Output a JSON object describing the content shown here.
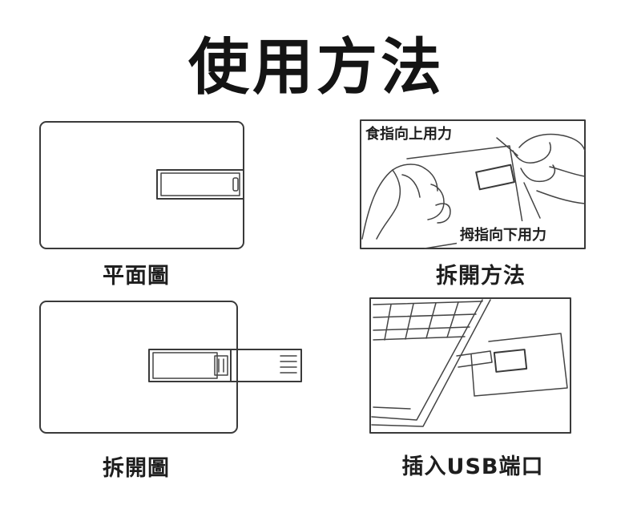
{
  "title": "使用方法",
  "panels": {
    "flat": {
      "caption": "平面圖"
    },
    "remove": {
      "caption": "拆開方法",
      "label_top": "食指向上用力",
      "label_bottom": "拇指向下用力"
    },
    "open": {
      "caption": "拆開圖"
    },
    "insert": {
      "caption": "插入USB端口"
    }
  }
}
